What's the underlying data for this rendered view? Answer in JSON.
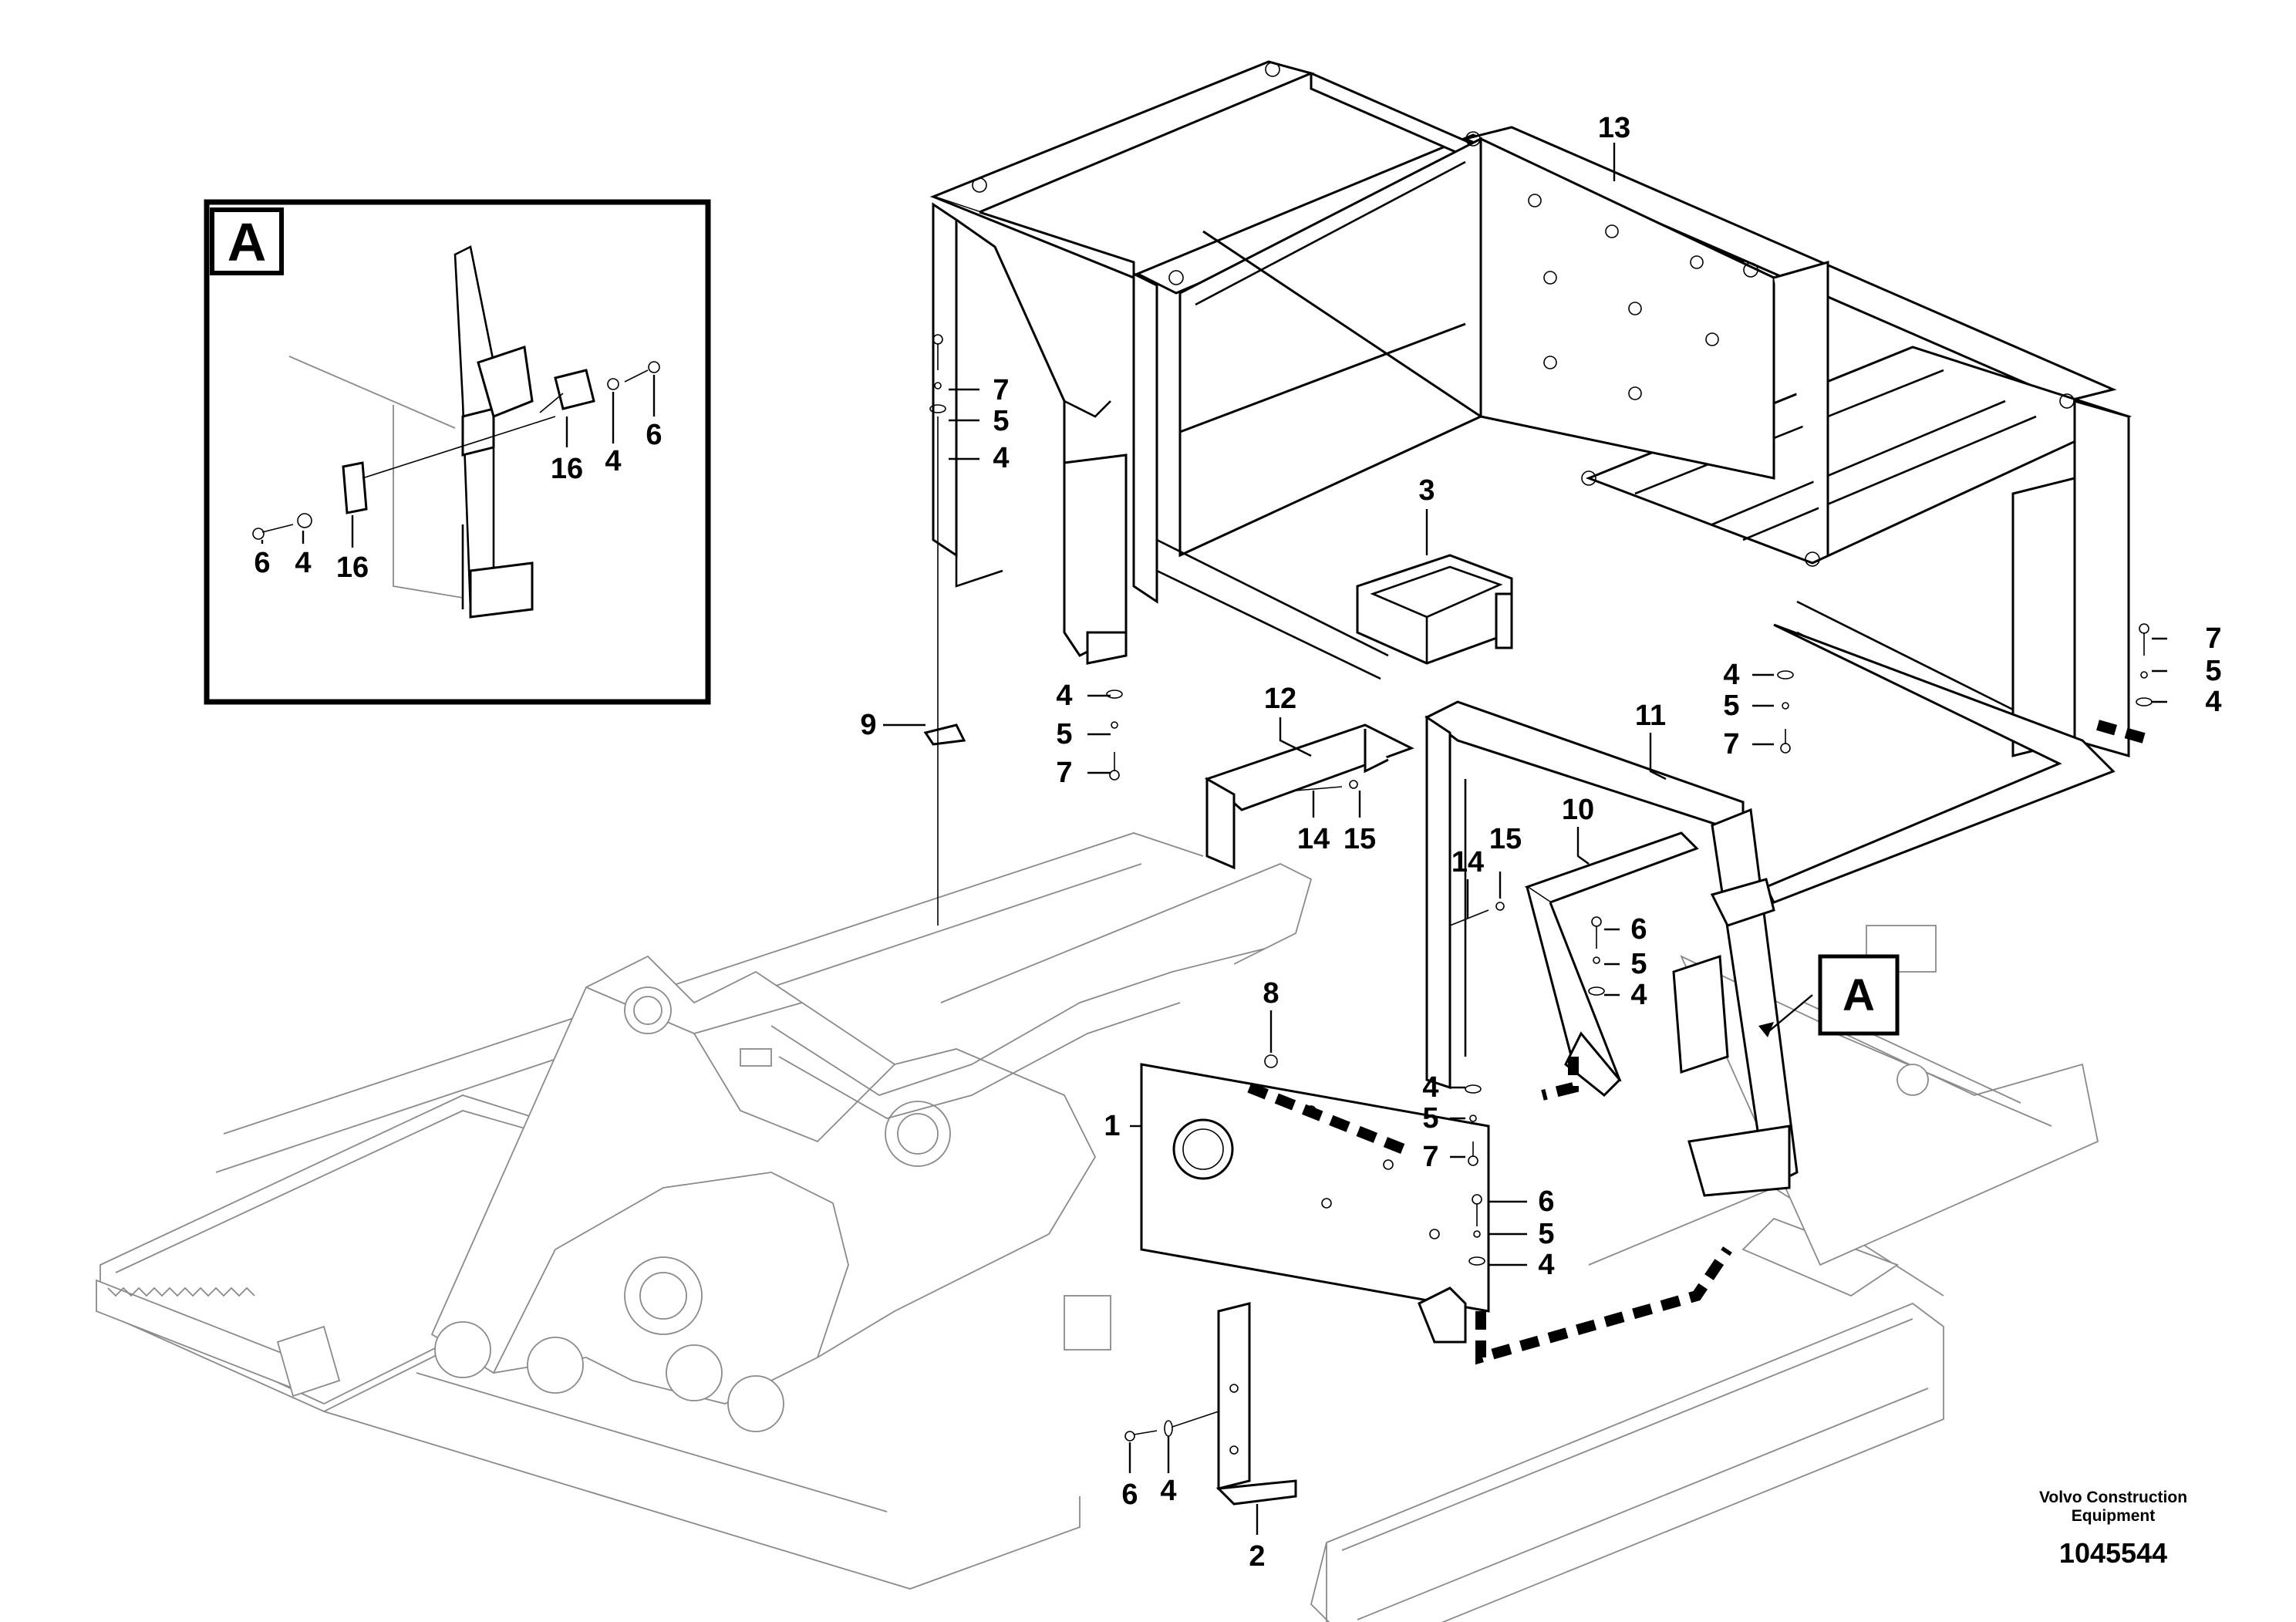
{
  "inset": {
    "letter": "A"
  },
  "callout": {
    "letter": "A"
  },
  "labels": {
    "l13": "13",
    "l7a": "7",
    "l5a": "5",
    "l4a": "4",
    "l3": "3",
    "l4b": "4",
    "l5b": "5",
    "l7b": "7",
    "l9": "9",
    "l12": "12",
    "l14a": "14",
    "l15a": "15",
    "l11": "11",
    "l10": "10",
    "l14b": "14",
    "l15b": "15",
    "l6a": "6",
    "l5c": "5",
    "l4c": "4",
    "l8": "8",
    "l1": "1",
    "l4d": "4",
    "l5d": "5",
    "l7c": "7",
    "l6b": "6",
    "l5e": "5",
    "l4e": "4",
    "l2": "2",
    "l6c": "6",
    "l4f": "4",
    "l4g": "4",
    "l5f": "5",
    "l7d": "7",
    "l7e": "7",
    "l5g": "5",
    "l4h": "4",
    "i6a": "6",
    "i4a": "4",
    "i16a": "16",
    "i16b": "16",
    "i4b": "4",
    "i6b": "6"
  },
  "credit": {
    "line1": "Volvo Construction",
    "line2": "Equipment"
  },
  "document_number": "1045544"
}
